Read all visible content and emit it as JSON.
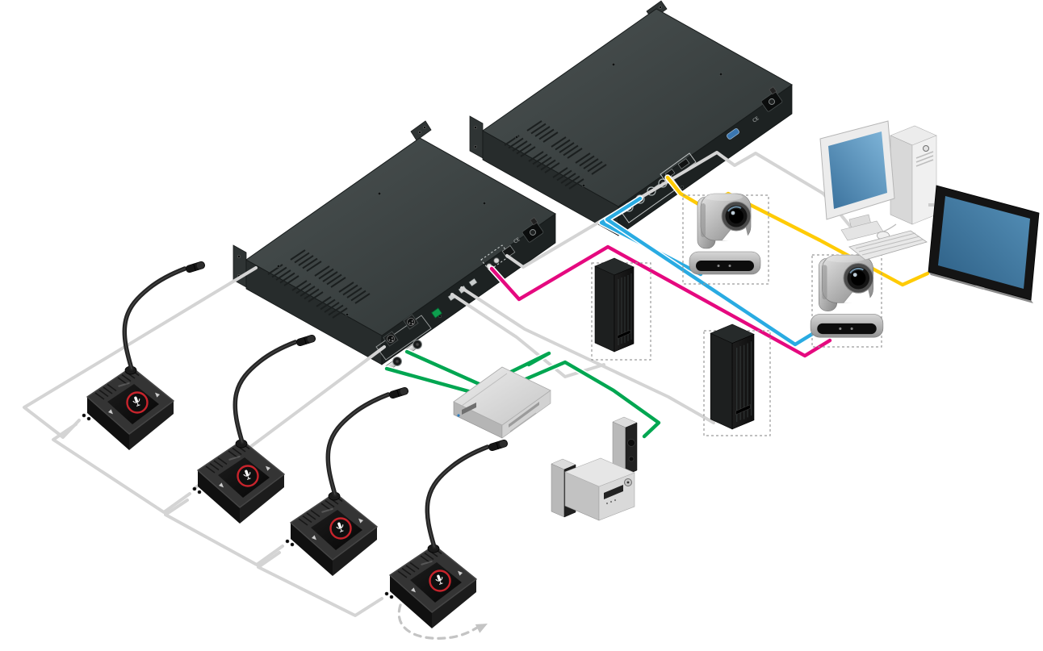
{
  "page": {
    "background": "#ffffff"
  },
  "colors": {
    "cable_gray": "#d4d4d4",
    "cable_green": "#00A651",
    "cable_magenta": "#E5097F",
    "cable_blue": "#29ABE2",
    "cable_yellow": "#FFCB05",
    "mic_button_ring": "#C8242C",
    "screen_blue_light": "#7fb5d9",
    "screen_blue_dark": "#3a719c",
    "tv_screen_light": "#5590b8",
    "tv_screen_dark": "#2d5f85",
    "rack_body": "#3c4242",
    "device_silver": "#d9d9d9",
    "speaker_black": "#1a1a1a",
    "arrow_gray": "#c4c4c4"
  },
  "marks": {
    "ce": "CE"
  },
  "components": {
    "host_main": {
      "label": "Conference system main unit, rear view"
    },
    "host_camera": {
      "label": "Camera and video control unit, rear view"
    },
    "mic_1": {
      "label": "Gooseneck conference microphone unit 1"
    },
    "mic_2": {
      "label": "Gooseneck conference microphone unit 2"
    },
    "mic_3": {
      "label": "Gooseneck conference microphone unit 3"
    },
    "mic_4": {
      "label": "Gooseneck conference microphone unit 4"
    },
    "dvd": {
      "label": "DVD player"
    },
    "amplifier": {
      "label": "Mini amplifier with bookshelf speakers"
    },
    "speaker_1": {
      "label": "Column loudspeaker (optional), unit 1"
    },
    "speaker_2": {
      "label": "Column loudspeaker (optional), unit 2"
    },
    "camera_1": {
      "label": "PTZ video camera (optional), unit 1"
    },
    "camera_2": {
      "label": "PTZ video camera (optional), unit 2"
    },
    "computer": {
      "label": "Desktop computer"
    },
    "display": {
      "label": "Flat panel display"
    },
    "extension_arrow": {
      "label": "Daisy-chain extension for more microphone units"
    }
  },
  "cables": {
    "mic_bus_loop": {
      "color": "#d4d4d4",
      "from": "conference host",
      "to": "microphone 1"
    },
    "mic_bus_rack": {
      "color": "#d4d4d4",
      "from": "conference host XLR",
      "to": "microphone 2"
    },
    "mic_link_12": {
      "color": "#d4d4d4",
      "from": "microphone 1",
      "to": "microphone 2"
    },
    "mic_link_23": {
      "color": "#d4d4d4",
      "from": "microphone 2",
      "to": "microphone 3"
    },
    "mic_link_34": {
      "color": "#d4d4d4",
      "from": "microphone 3",
      "to": "microphone 4"
    },
    "speaker_line_a": {
      "color": "#d4d4d4",
      "from": "conference host output",
      "to": "column speaker 1"
    },
    "speaker_line_b": {
      "color": "#d4d4d4",
      "from": "conference host output",
      "to": "column speaker 2"
    },
    "pc_control": {
      "color": "#d4d4d4",
      "from": "conference host / camera host",
      "to": "desktop computer"
    },
    "audio_dvd": {
      "color": "#00A651",
      "from": "conference host XLR",
      "to": "DVD player"
    },
    "audio_amplifier": {
      "color": "#00A651",
      "from": "conference host XLR",
      "to": "amplifier speakers"
    },
    "video_out": {
      "color": "#E5097F",
      "from": "conference host RCA",
      "to": "PTZ camera 2"
    },
    "camera_video_1": {
      "color": "#29ABE2",
      "from": "camera host BNC",
      "to": "PTZ camera 1"
    },
    "camera_video_2": {
      "color": "#29ABE2",
      "from": "camera host BNC",
      "to": "PTZ camera 2"
    },
    "display_video": {
      "color": "#FFCB05",
      "from": "camera host video output",
      "to": "flat panel display"
    }
  }
}
